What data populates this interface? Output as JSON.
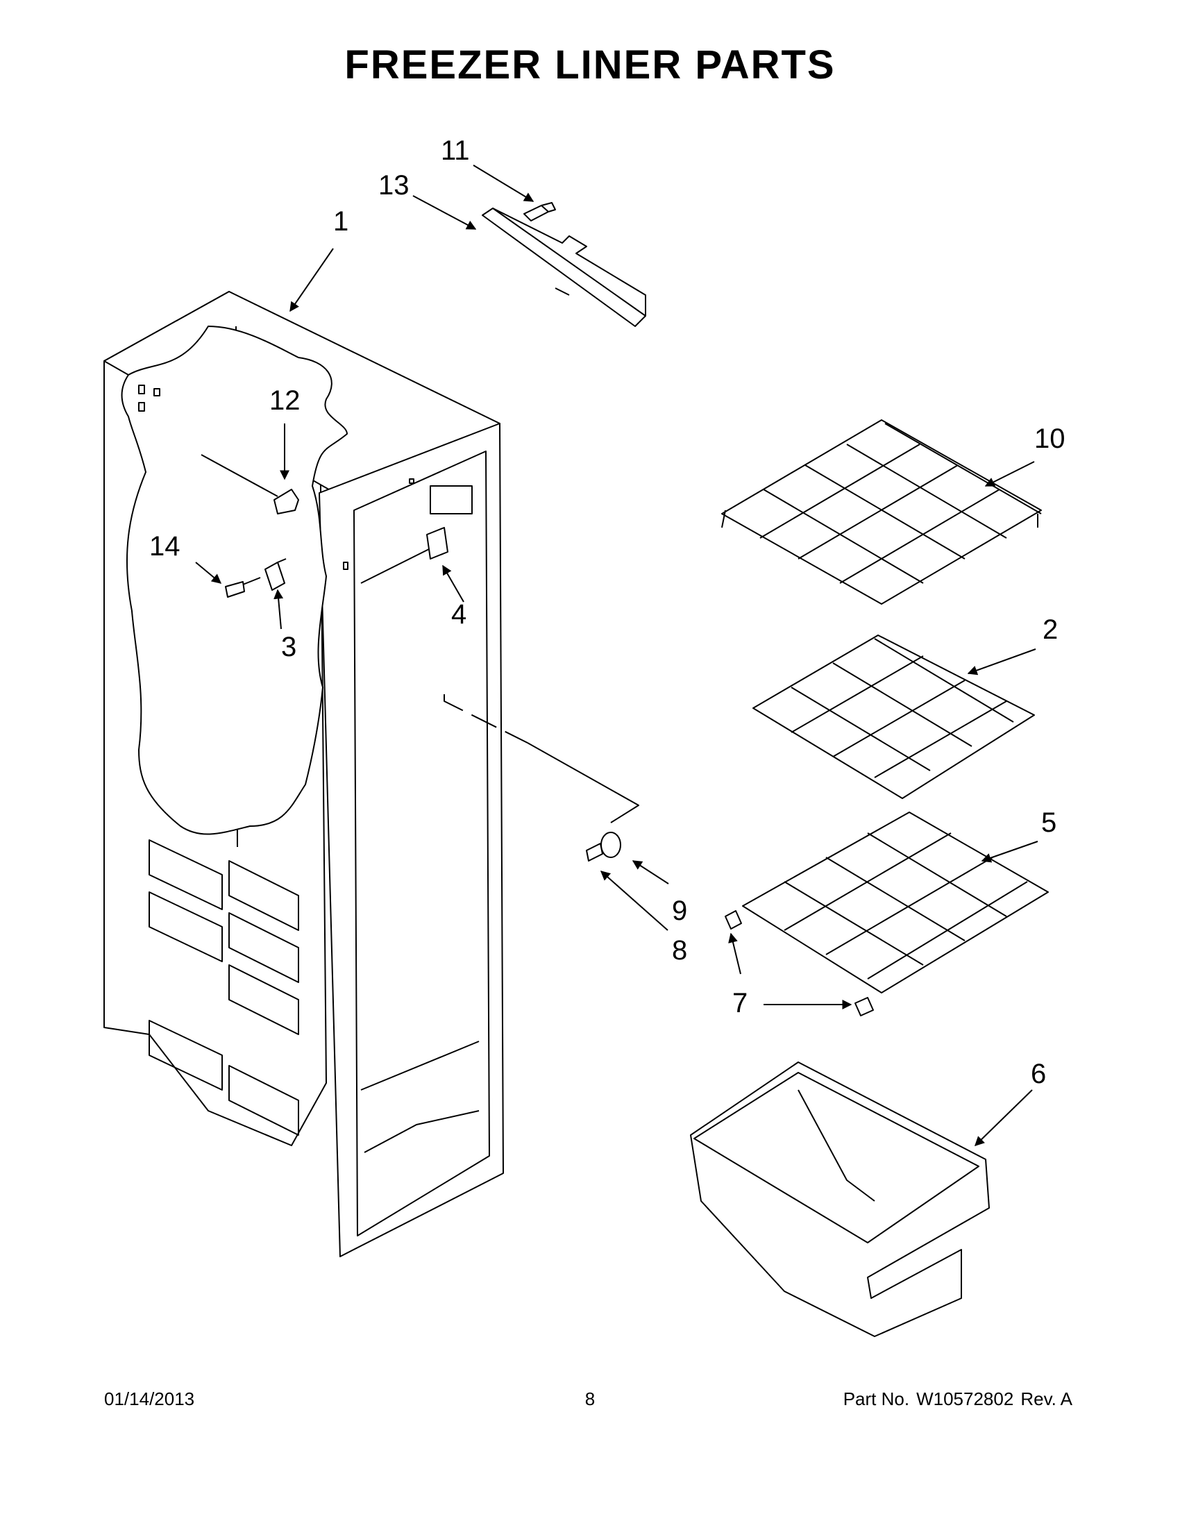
{
  "title": "FREEZER LINER PARTS",
  "callouts": [
    "1",
    "2",
    "3",
    "4",
    "5",
    "6",
    "7",
    "8",
    "9",
    "10",
    "11",
    "12",
    "13",
    "14"
  ],
  "footer": {
    "date": "01/14/2013",
    "page": "8",
    "part_no_label": "Part No.",
    "part_no": "W10572802",
    "rev": "Rev.  A"
  }
}
